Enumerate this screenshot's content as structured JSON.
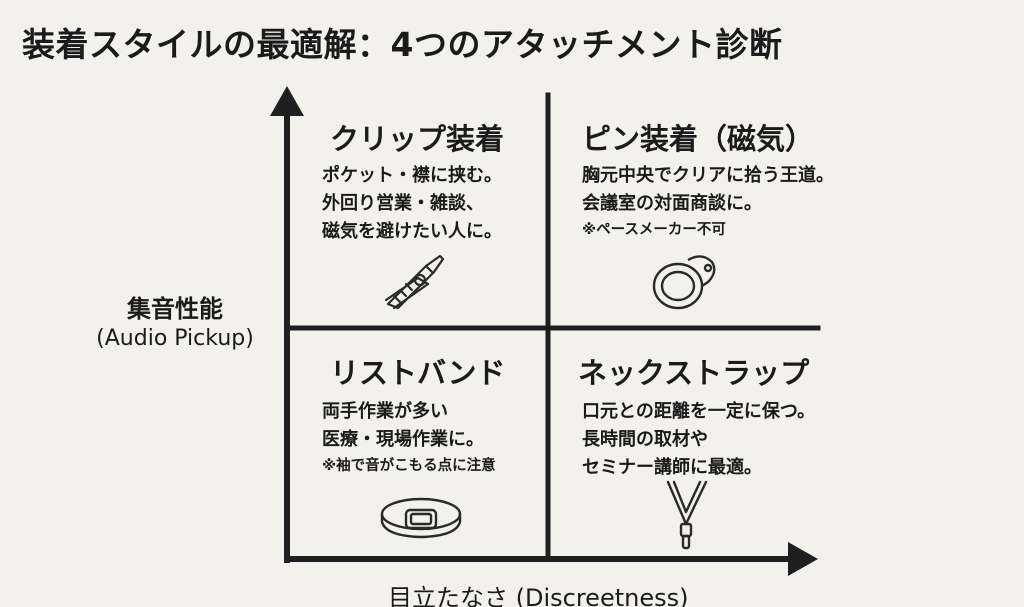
{
  "title": "装着スタイルの最適解：4つのアタッチメント診断",
  "axes": {
    "y_label_jp": "集音性能",
    "y_label_en": "(Audio Pickup)",
    "x_label": "目立たなさ (Discreetness)"
  },
  "quadrants": {
    "top_left": {
      "title": "クリップ装着",
      "lines": [
        "ポケット・襟に挟む。",
        "外回り営業・雑談、",
        "磁気を避けたい人に。"
      ]
    },
    "top_right": {
      "title": "ピン装着（磁気）",
      "lines": [
        "胸元中央でクリアに拾う王道。",
        "会議室の対面商談に。"
      ],
      "note": "※ペースメーカー不可"
    },
    "bottom_left": {
      "title": "リストバンド",
      "lines": [
        "両手作業が多い",
        "医療・現場作業に。"
      ],
      "note": "※袖で音がこもる点に注意"
    },
    "bottom_right": {
      "title": "ネックストラップ",
      "lines": [
        "口元との距離を一定に保つ。",
        "長時間の取材や",
        "セミナー講師に最適。"
      ]
    }
  },
  "icons": {
    "top_left": "clip-icon",
    "top_right": "magnetic-pin-icon",
    "bottom_left": "wristband-icon",
    "bottom_right": "neck-strap-icon"
  }
}
